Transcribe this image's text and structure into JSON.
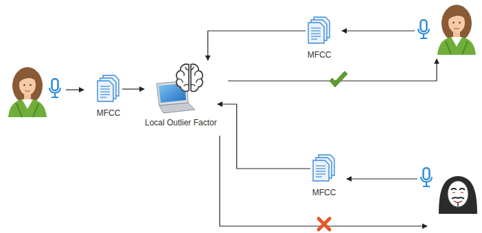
{
  "diagram": {
    "nodes": [
      {
        "text": [
          "MFCC"
        ]
      },
      {
        "text": [
          "Local Outlier Factor"
        ]
      },
      {
        "text": [
          "MFCC"
        ]
      },
      {
        "text": [
          "MFCC"
        ]
      }
    ],
    "edges": [
      {
        "from": 0,
        "to": 1,
        "arrow": "to"
      },
      {
        "from": 2,
        "to": 1,
        "arrow": "to"
      },
      {
        "from": 3,
        "to": 1,
        "arrow": "to"
      }
    ]
  }
}
